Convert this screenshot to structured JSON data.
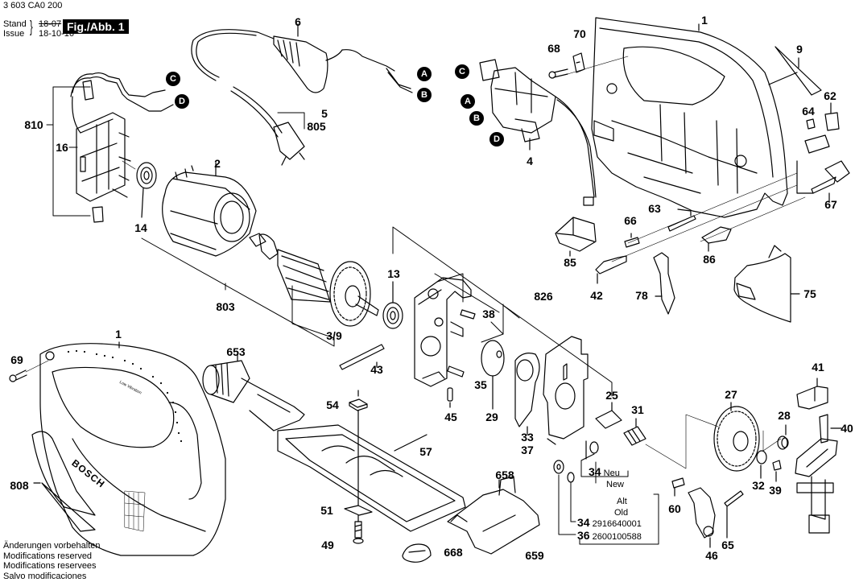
{
  "header": {
    "doc_number": "3 603 CA0 200",
    "stand_label": "Stand",
    "issue_label": "Issue",
    "old_date": "18-07",
    "issue_date": "18-10-16",
    "figure_label": "Fig./Abb. 1"
  },
  "footer": {
    "lines": [
      "Änderungen vorbehalten",
      "Modifications reserved",
      "Modifications reservees",
      "Salvo modificaciones"
    ]
  },
  "connectors": [
    "A",
    "B",
    "C",
    "D"
  ],
  "part_labels": {
    "p1_top": "1",
    "p1_bottom": "1",
    "p2": "2",
    "p3_9": "3/9",
    "p4": "4",
    "p5": "5",
    "p6": "6",
    "p9": "9",
    "p13": "13",
    "p14": "14",
    "p16": "16",
    "p25": "25",
    "p27": "27",
    "p28": "28",
    "p29": "29",
    "p31": "31",
    "p32": "32",
    "p33": "33",
    "p35": "35",
    "p37": "37",
    "p38": "38",
    "p39": "39",
    "p40": "40",
    "p41": "41",
    "p42": "42",
    "p43": "43",
    "p45": "45",
    "p46": "46",
    "p49": "49",
    "p51": "51",
    "p54": "54",
    "p57": "57",
    "p60": "60",
    "p62": "62",
    "p63": "63",
    "p64": "64",
    "p65": "65",
    "p66": "66",
    "p67": "67",
    "p68": "68",
    "p69": "69",
    "p70": "70",
    "p75": "75",
    "p78": "78",
    "p85": "85",
    "p86": "86",
    "p653": "653",
    "p658": "658",
    "p659": "659",
    "p668": "668",
    "p803": "803",
    "p805": "805",
    "p808": "808",
    "p810": "810",
    "p826": "826"
  },
  "notes": {
    "new": {
      "part": "34",
      "line1": "Neu",
      "line2": "New"
    },
    "old": {
      "line1": "Alt",
      "line2": "Old",
      "items": [
        {
          "part": "34",
          "number": "2916640001"
        },
        {
          "part": "36",
          "number": "2600100588"
        }
      ]
    }
  },
  "product": {
    "brand_text": "BOSCH",
    "handle_text": "Low Vibration"
  }
}
